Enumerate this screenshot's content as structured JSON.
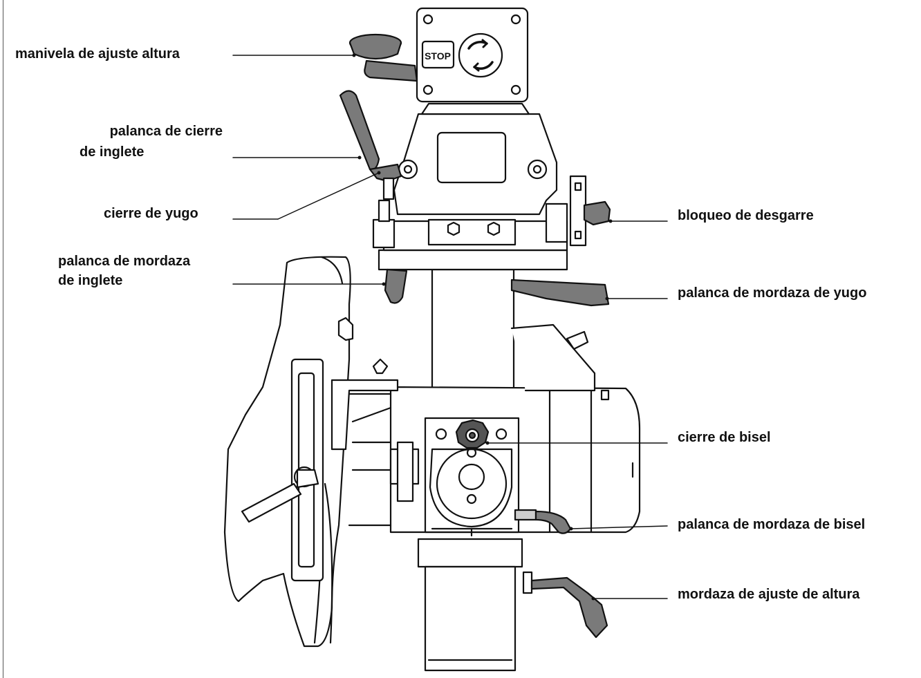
{
  "labels": {
    "manivela": "manivela de ajuste altura",
    "palanca_cierre_1": "palanca de cierre",
    "palanca_cierre_2": "de inglete",
    "cierre_yugo": "cierre de yugo",
    "palanca_mordaza_inglete_1": "palanca de mordaza",
    "palanca_mordaza_inglete_2": "de inglete",
    "bloqueo_desgarre": "bloqueo de desgarre",
    "palanca_mordaza_yugo": "palanca de mordaza de yugo",
    "cierre_bisel": "cierre de bisel",
    "palanca_mordaza_bisel": "palanca de mordaza de bisel",
    "mordaza_ajuste_altura": "mordaza de ajuste de altura"
  },
  "stop_button": {
    "text": "STOP"
  },
  "colors": {
    "line": "#111111",
    "handle_fill": "#7a7a7a",
    "body_fill": "#ffffff"
  }
}
